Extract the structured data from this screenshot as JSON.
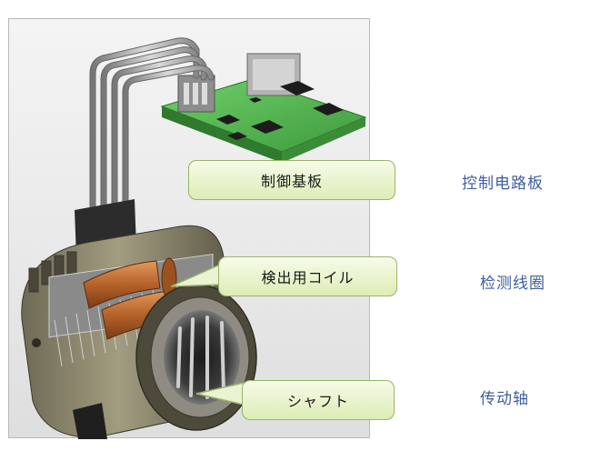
{
  "labels": {
    "board_jp": "制御基板",
    "coil_jp": "検出用コイル",
    "shaft_jp": "シャフト",
    "board_zh": "控制电路板",
    "coil_zh": "检测线圈",
    "shaft_zh": "传动轴"
  },
  "colors": {
    "callout_fill": "#dcedb6",
    "callout_border": "#9bb36a",
    "chinese_text": "#3e5e9c",
    "pcb_green": "#5cb85a",
    "coil_copper": "#c0702e"
  },
  "icons": {
    "board": "pcb-icon",
    "coil": "coil-icon",
    "shaft": "shaft-icon"
  }
}
